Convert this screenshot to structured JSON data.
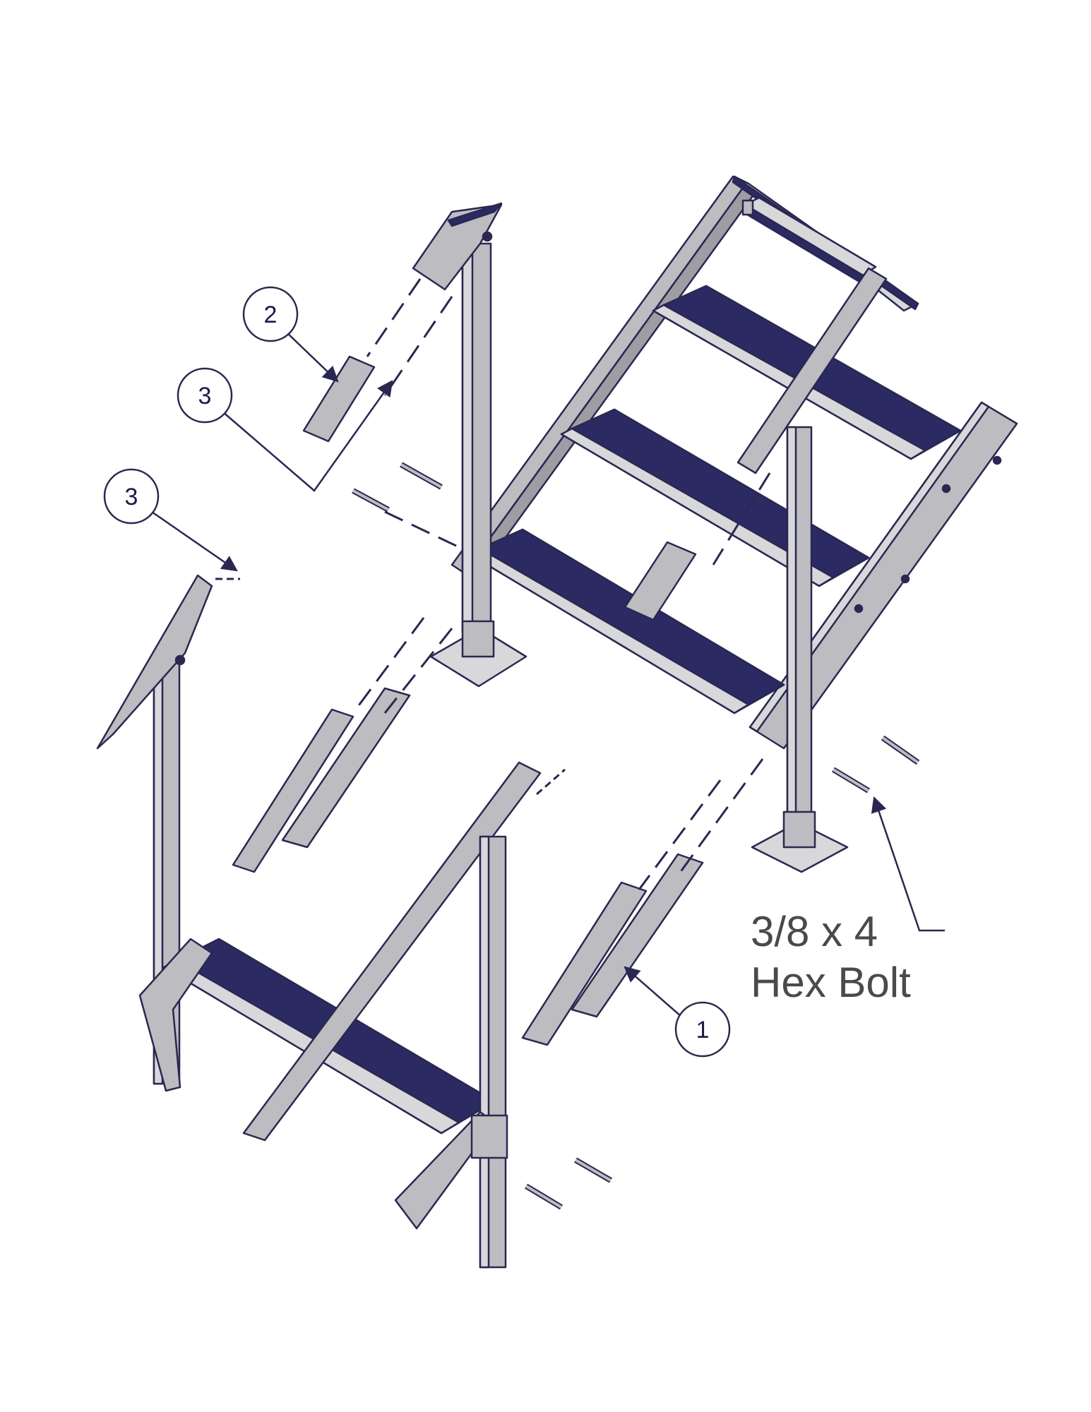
{
  "colors": {
    "metal": "#bdbcc0",
    "metal_light": "#d8d7da",
    "metal_dark": "#8e8d93",
    "outline": "#2a2850",
    "tread": "#2b2a63",
    "leader": "#2a2850",
    "background": "#ffffff"
  },
  "callouts": [
    {
      "label": "1"
    },
    {
      "label": "2"
    },
    {
      "label": "3"
    },
    {
      "label": "3"
    }
  ],
  "bolt_label": {
    "line1": "3/8 x 4",
    "line2": "Hex Bolt"
  }
}
